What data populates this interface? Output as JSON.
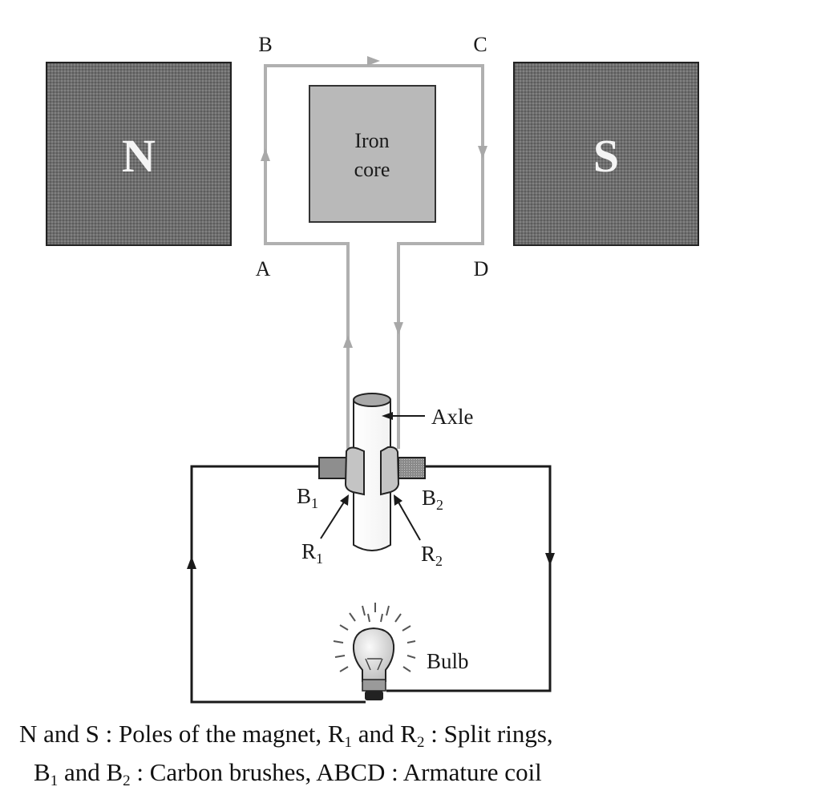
{
  "diagram": {
    "magnet_north_label": "N",
    "magnet_south_label": "S",
    "iron_core_line1": "Iron",
    "iron_core_line2": "core",
    "coil_labels": {
      "a": "A",
      "b": "B",
      "c": "C",
      "d": "D"
    },
    "axle_label": "Axle",
    "brush1_label": "B",
    "brush1_sub": "1",
    "brush2_label": "B",
    "brush2_sub": "2",
    "ring1_label": "R",
    "ring1_sub": "1",
    "ring2_label": "R",
    "ring2_sub": "2",
    "bulb_label": "Bulb",
    "colors": {
      "magnet": "#6e6e6e",
      "iron_core": "#b9b9b9",
      "coil_wire": "#b0b0b0",
      "circuit_wire": "#1a1a1a"
    }
  },
  "caption": {
    "line1": {
      "part1": "N and S : Poles of the magnet, R",
      "sub1": "1",
      "part2": " and R",
      "sub2": "2",
      "part3": " : Split rings,"
    },
    "line2": {
      "part1": "B",
      "sub1": "1",
      "part2": " and B",
      "sub2": "2",
      "part3": " : Carbon brushes, ABCD : Armature coil"
    }
  }
}
